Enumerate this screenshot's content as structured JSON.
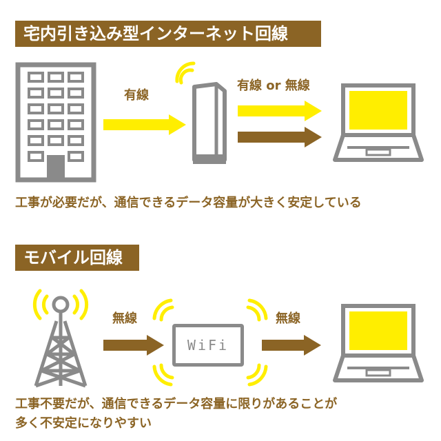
{
  "section1": {
    "title": "宅内引き込み型インターネット回線",
    "label_wired": "有線",
    "label_wired_or_wireless": "有線 or 無線",
    "caption": "工事が必要だが、通信できるデータ容量が大きく安定している"
  },
  "section2": {
    "title": "モバイル回線",
    "label_wireless_1": "無線",
    "label_wireless_2": "無線",
    "wifi_text": "WiFi",
    "caption_line1": "工事不要だが、通信できるデータ容量に限りがあることが",
    "caption_line2": "多く不安定になりやすい"
  },
  "colors": {
    "brown": "#8b6425",
    "yellow": "#ffee00",
    "gray": "#8a8a8a",
    "white": "#ffffff"
  },
  "icons": [
    "building-icon",
    "router-icon",
    "laptop-icon",
    "antenna-tower-icon",
    "wifi-router-icon",
    "signal-waves-icon",
    "arrow-icon"
  ]
}
